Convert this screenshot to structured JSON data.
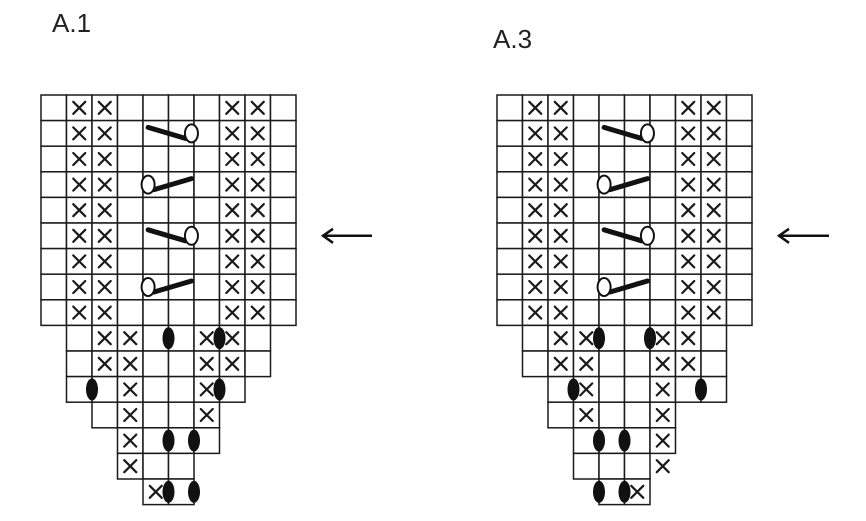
{
  "charts": [
    {
      "id": "A1",
      "title": "A.1",
      "row_start": 2,
      "row_cells": [
        10,
        10,
        10,
        10,
        10,
        10,
        10,
        10,
        10,
        8,
        8,
        7,
        5,
        4,
        3,
        2
      ],
      "x_marks": [
        [
          1,
          2,
          7,
          8
        ],
        [
          1,
          2,
          7,
          8
        ],
        [
          1,
          2,
          7,
          8
        ],
        [
          1,
          2,
          7,
          8
        ],
        [
          1,
          2,
          7,
          8
        ],
        [
          1,
          2,
          7,
          8
        ],
        [
          1,
          2,
          7,
          8
        ],
        [
          1,
          2,
          7,
          8
        ],
        [
          1,
          2,
          7,
          8
        ],
        [
          2,
          3,
          6,
          7
        ],
        [
          2,
          3,
          6,
          7
        ],
        [
          3,
          6
        ],
        [
          3,
          6
        ],
        [
          3
        ],
        [
          3
        ],
        [
          4
        ]
      ],
      "ovals": [
        {
          "row": 9,
          "line": 5
        },
        {
          "row": 9,
          "line": 7
        },
        {
          "row": 11,
          "line": 2
        },
        {
          "row": 11,
          "line": 7
        },
        {
          "row": 13,
          "line": 5
        },
        {
          "row": 13,
          "line": 6
        },
        {
          "row": 15,
          "line": 5
        },
        {
          "row": 15,
          "line": 6
        }
      ],
      "cables": [
        {
          "row": 1,
          "yo": "right"
        },
        {
          "row": 3,
          "yo": "left"
        },
        {
          "row": 5,
          "yo": "right"
        },
        {
          "row": 7,
          "yo": "left"
        }
      ],
      "arrow_row": 5
    },
    {
      "id": "A3",
      "title": "A.3",
      "row_start": 2,
      "row_cells": [
        10,
        10,
        10,
        10,
        10,
        10,
        10,
        10,
        10,
        8,
        8,
        7,
        5,
        4,
        3,
        2
      ],
      "x_marks": [
        [
          1,
          2,
          7,
          8
        ],
        [
          1,
          2,
          7,
          8
        ],
        [
          1,
          2,
          7,
          8
        ],
        [
          1,
          2,
          7,
          8
        ],
        [
          1,
          2,
          7,
          8
        ],
        [
          1,
          2,
          7,
          8
        ],
        [
          1,
          2,
          7,
          8
        ],
        [
          1,
          2,
          7,
          8
        ],
        [
          1,
          2,
          7,
          8
        ],
        [
          2,
          3,
          6,
          7
        ],
        [
          2,
          3,
          6,
          7
        ],
        [
          3,
          6
        ],
        [
          3,
          6
        ],
        [
          6
        ],
        [
          6
        ],
        [
          5
        ]
      ],
      "ovals": [
        {
          "row": 9,
          "line": 4
        },
        {
          "row": 9,
          "line": 6
        },
        {
          "row": 11,
          "line": 3
        },
        {
          "row": 11,
          "line": 8
        },
        {
          "row": 13,
          "line": 4
        },
        {
          "row": 13,
          "line": 5
        },
        {
          "row": 15,
          "line": 4
        },
        {
          "row": 15,
          "line": 5
        }
      ],
      "cables": [
        {
          "row": 1,
          "yo": "right"
        },
        {
          "row": 3,
          "yo": "left"
        },
        {
          "row": 5,
          "yo": "right"
        },
        {
          "row": 7,
          "yo": "left"
        }
      ],
      "arrow_row": 5
    }
  ],
  "colors": {
    "ink": "#111111",
    "grid": "#1a1a1a",
    "background": "#ffffff"
  },
  "icons": {
    "arrow": "left-arrow-icon",
    "x_stitch": "x-stitch-icon",
    "oval": "filled-oval-icon",
    "yarn_over": "yarn-over-circle-icon"
  }
}
